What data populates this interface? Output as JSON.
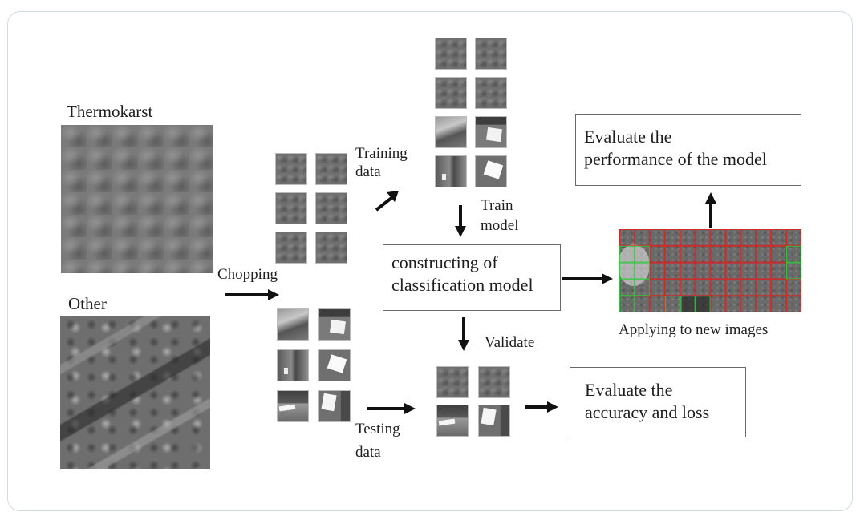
{
  "diagram": {
    "title": "Thermokarst classification workflow",
    "source_labels": {
      "thermokarst": "Thermokarst",
      "other": "Other"
    },
    "steps": {
      "chopping": "Chopping",
      "training_data": [
        "Training",
        "data"
      ],
      "testing_data": [
        "Testing",
        "data"
      ],
      "train_model": [
        "Train",
        "model"
      ],
      "validate": "Validate",
      "applying": "Applying  to new images"
    },
    "boxes": {
      "model": [
        "constructing of",
        "classification model"
      ],
      "performance": [
        "Evaluate the",
        "performance of the model"
      ],
      "accuracy": [
        "Evaluate the",
        "accuracy and loss"
      ]
    },
    "tiles": {
      "chopped_thermokarst": [
        "thermokarst",
        "thermokarst",
        "thermokarst",
        "thermokarst",
        "thermokarst",
        "thermokarst"
      ],
      "chopped_other": [
        "other",
        "other",
        "other",
        "other",
        "other",
        "other"
      ],
      "training_set": [
        "thermokarst",
        "thermokarst",
        "thermokarst",
        "thermokarst",
        "other",
        "other",
        "other",
        "other"
      ],
      "validation_set": [
        "thermokarst",
        "thermokarst",
        "other",
        "other"
      ]
    },
    "classification_grid": {
      "rows": 5,
      "cols": 12,
      "legend": {
        "thermokarst": "#e0201e",
        "other": "#2ecc3a"
      },
      "other_cells": [
        [
          1,
          0
        ],
        [
          1,
          1
        ],
        [
          1,
          11
        ],
        [
          2,
          0
        ],
        [
          2,
          1
        ],
        [
          2,
          11
        ],
        [
          3,
          0
        ],
        [
          3,
          1
        ],
        [
          4,
          0
        ],
        [
          4,
          3
        ],
        [
          4,
          4
        ],
        [
          4,
          5
        ]
      ]
    },
    "colors": {
      "arrow": "#111111",
      "box_border": "#6a6a6a",
      "card_border": "#d3dbe0",
      "class_thermokarst": "#e0201e",
      "class_other": "#2ecc3a"
    }
  }
}
